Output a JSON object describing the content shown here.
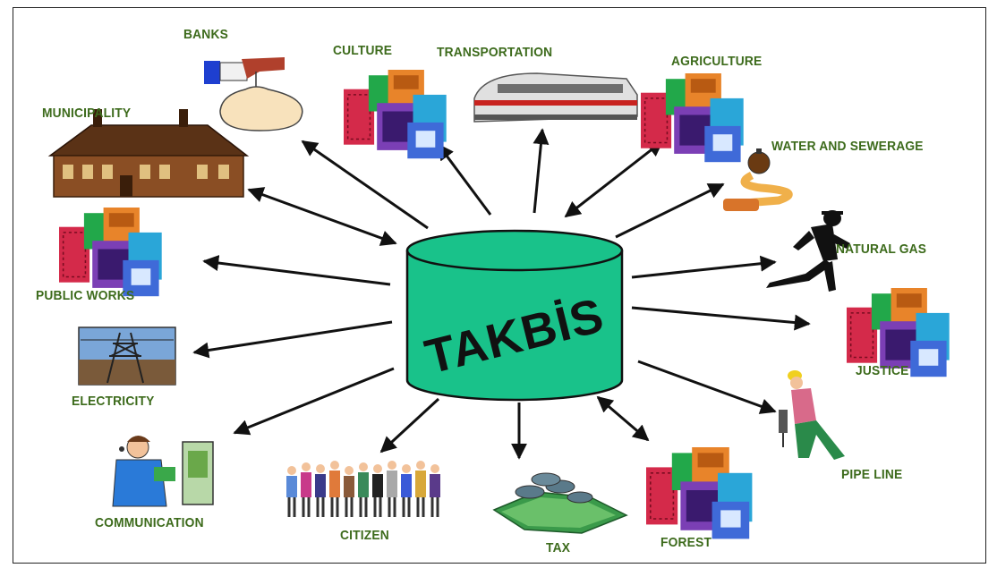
{
  "hub": {
    "label": "TAKBİS",
    "color": "#19c28a"
  },
  "label_color": "#3d6b1c",
  "nodes": {
    "banks": "BANKS",
    "culture": "CULTURE",
    "transportation": "TRANSPORTATION",
    "agriculture": "AGRICULTURE",
    "municipality": "MUNICIPALITY",
    "water": "WATER AND SEWERAGE",
    "natural_gas": "NATURAL GAS",
    "public_works": "PUBLIC WORKS",
    "justice": "JUSTICE",
    "electricity": "ELECTRICITY",
    "pipe_line": "PIPE LINE",
    "communication": "COMMUNICATION",
    "citizen": "CITIZEN",
    "tax": "TAX",
    "forest": "FOREST"
  },
  "icons": {
    "banks": "money-bag-icon",
    "culture": "buildings-icon",
    "transportation": "train-icon",
    "agriculture": "buildings-icon",
    "municipality": "house-icon",
    "water": "pipe-valve-icon",
    "natural_gas": "running-worker-icon",
    "public_works": "buildings-icon",
    "justice": "buildings-icon",
    "electricity": "power-tower-icon",
    "pipe_line": "jackhammer-worker-icon",
    "communication": "phone-operator-icon",
    "citizen": "people-group-icon",
    "tax": "money-pile-icon",
    "forest": "buildings-icon"
  }
}
